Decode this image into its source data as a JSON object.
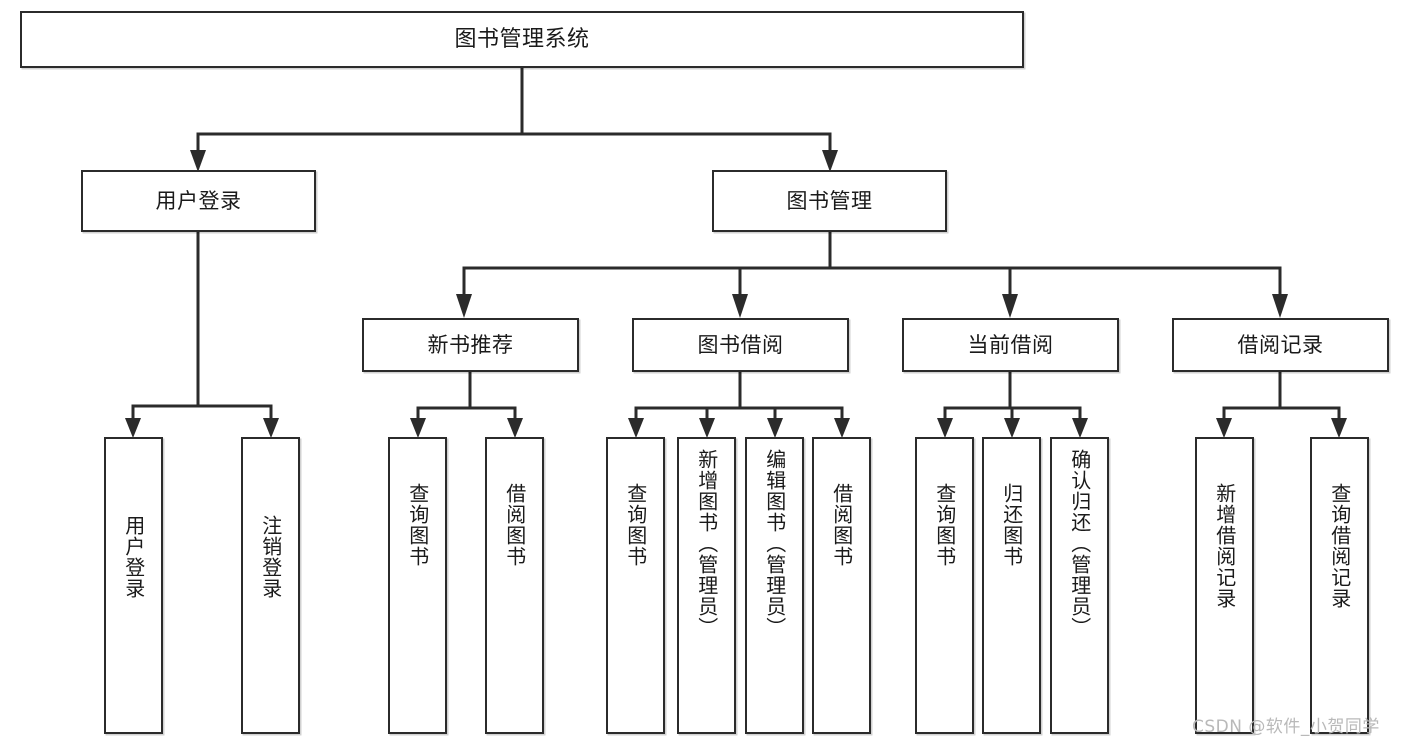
{
  "diagram": {
    "type": "tree",
    "title": "图书管理系统",
    "orientation": "top-down",
    "colors": {
      "box_border": "#2b2b2b",
      "box_fill": "#ffffff",
      "connector": "#2b2b2b",
      "text": "#1a1a1a",
      "watermark": "#b9b9b9",
      "background": "#ffffff"
    },
    "root": {
      "label": "图书管理系统"
    },
    "level1": [
      {
        "label": "用户登录"
      },
      {
        "label": "图书管理"
      }
    ],
    "level2": [
      {
        "label": "新书推荐"
      },
      {
        "label": "图书借阅"
      },
      {
        "label": "当前借阅"
      },
      {
        "label": "借阅记录"
      }
    ],
    "leaves": {
      "user_login": [
        {
          "label": "用户登录"
        },
        {
          "label": "注销登录"
        }
      ],
      "new_book_recommend": [
        {
          "label": "查询图书"
        },
        {
          "label": "借阅图书"
        }
      ],
      "book_borrow": [
        {
          "label": "查询图书"
        },
        {
          "label": "新增图书（管理员）"
        },
        {
          "label": "编辑图书（管理员）"
        },
        {
          "label": "借阅图书"
        }
      ],
      "current_borrow": [
        {
          "label": "查询图书"
        },
        {
          "label": "归还图书"
        },
        {
          "label": "确认归还（管理员）"
        }
      ],
      "borrow_record": [
        {
          "label": "新增借阅记录"
        },
        {
          "label": "查询借阅记录"
        }
      ]
    }
  },
  "watermark": {
    "text": "CSDN @软件_小贺同学"
  }
}
